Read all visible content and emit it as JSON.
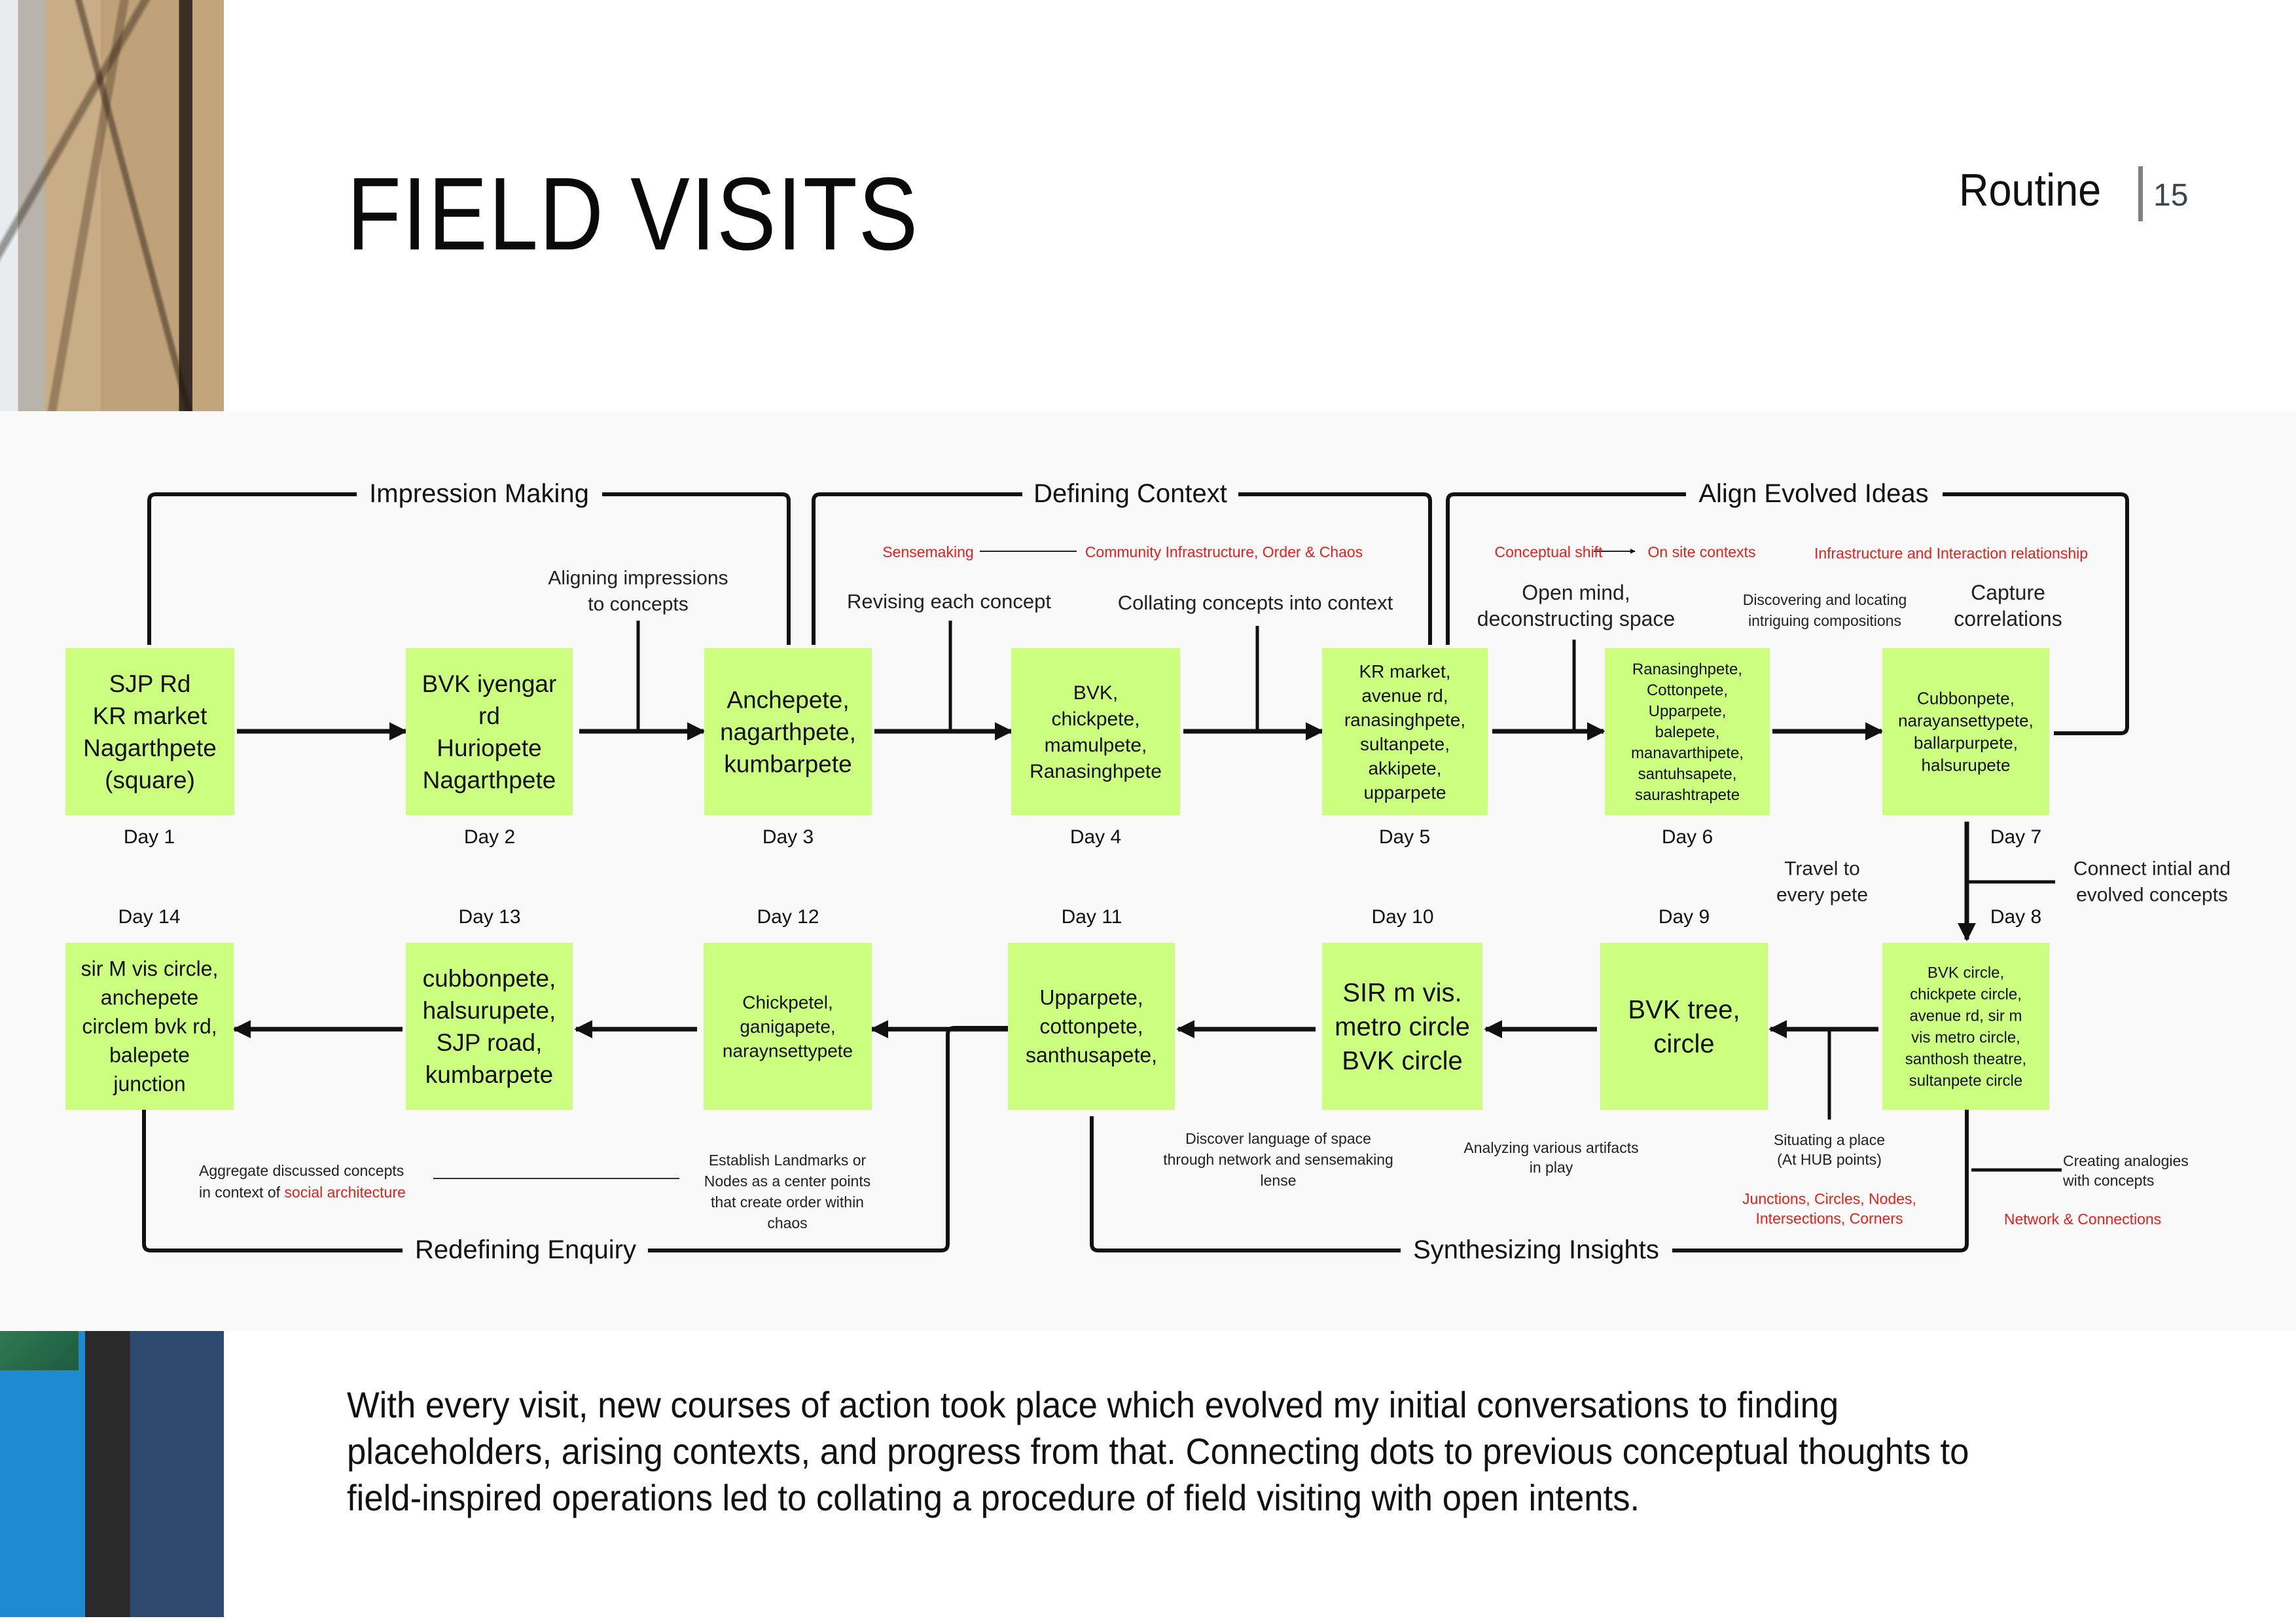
{
  "header": {
    "title": "FIELD VISITS",
    "section": "Routine",
    "page_number": "15"
  },
  "colors": {
    "box_fill": "#ccff80",
    "accent_red": "#e8201c",
    "line": "#111111",
    "panel_bg": "#f9f9f9"
  },
  "phases": {
    "impression_making": "Impression Making",
    "defining_context": "Defining Context",
    "align_evolved_ideas": "Align Evolved Ideas",
    "redefining_enquiry": "Redefining Enquiry",
    "synthesizing_insights": "Synthesizing Insights"
  },
  "days": [
    {
      "label": "Day 1",
      "places": [
        "SJP Rd",
        "KR market",
        "Nagarthpete",
        "(square)"
      ]
    },
    {
      "label": "Day 2",
      "places": [
        "BVK iyengar",
        "rd",
        "Huriopete",
        "Nagarthpete"
      ]
    },
    {
      "label": "Day 3",
      "places": [
        "Anchepete,",
        "nagarthpete,",
        "kumbarpete"
      ]
    },
    {
      "label": "Day 4",
      "places": [
        "BVK,",
        "chickpete,",
        "mamulpete,",
        "Ranasinghpete"
      ]
    },
    {
      "label": "Day 5",
      "places": [
        "KR market,",
        "avenue rd,",
        "ranasinghpete,",
        "sultanpete,",
        "akkipete,",
        "upparpete"
      ]
    },
    {
      "label": "Day 6",
      "places": [
        "Ranasinghpete,",
        "Cottonpete,",
        "Upparpete,",
        "balepete,",
        "manavarthipete,",
        "santuhsapete,",
        "saurashtrapete"
      ]
    },
    {
      "label": "Day 7",
      "places": [
        "Cubbonpete,",
        "narayansettypete,",
        "ballarpurpete,",
        "halsurupete"
      ]
    },
    {
      "label": "Day 8",
      "places": [
        "BVK circle,",
        "chickpete circle,",
        "avenue rd, sir m",
        "vis metro circle,",
        "santhosh theatre,",
        "sultanpete circle"
      ]
    },
    {
      "label": "Day 9",
      "places": [
        "BVK tree,",
        "circle"
      ]
    },
    {
      "label": "Day 10",
      "places": [
        "SIR m vis.",
        "metro circle",
        "BVK circle"
      ]
    },
    {
      "label": "Day 11",
      "places": [
        "Upparpete,",
        "cottonpete,",
        "santhusapete,"
      ]
    },
    {
      "label": "Day 12",
      "places": [
        "Chickpetel,",
        "ganigapete,",
        "naraynsettypete"
      ]
    },
    {
      "label": "Day 13",
      "places": [
        "cubbonpete,",
        "halsurupete,",
        "SJP road,",
        "kumbarpete"
      ]
    },
    {
      "label": "Day 14",
      "places": [
        "sir M vis circle,",
        "anchepete",
        "circlem bvk rd,",
        "balepete",
        "junction"
      ]
    }
  ],
  "annotations": {
    "aligning_impressions": [
      "Aligning impressions",
      "to concepts"
    ],
    "revising_concept": "Revising each concept",
    "collating_concepts": "Collating concepts into context",
    "sensemaking": "Sensemaking",
    "community_infra": "Community Infrastructure, Order & Chaos",
    "conceptual_shift": "Conceptual shift",
    "on_site_contexts": "On site contexts",
    "infra_interaction": "Infrastructure and Interaction relationship",
    "open_mind": [
      "Open mind,",
      "deconstructing space"
    ],
    "discovering": [
      "Discovering and locating",
      "intriguing compositions"
    ],
    "capture": [
      "Capture",
      "correlations"
    ],
    "travel": [
      "Travel to",
      "every pete"
    ],
    "connect_initial": [
      "Connect intial and",
      "evolved concepts"
    ],
    "situating": [
      "Situating a place",
      "(At HUB points)"
    ],
    "junctions": [
      "Junctions, Circles, Nodes,",
      "Intersections, Corners"
    ],
    "creating_analogies": [
      "Creating analogies",
      "with concepts"
    ],
    "network_connections": "Network & Connections",
    "analyzing_artifacts": [
      "Analyzing various artifacts",
      "in play"
    ],
    "discover_language": [
      "Discover language of space",
      "through network and sensemaking",
      "lense"
    ],
    "establish_landmarks": [
      "Establish Landmarks or",
      "Nodes as a center points",
      "that create order within",
      "chaos"
    ],
    "aggregate_1": "Aggregate discussed concepts",
    "aggregate_2_prefix": "in context of ",
    "aggregate_2_red": "social architecture"
  },
  "caption": "With every visit, new courses of action took place which evolved my initial conversations to finding placeholders, arising contexts, and progress from that. Connecting dots to previous conceptual thoughts to field-inspired operations led to collating a procedure of field visiting with open intents."
}
